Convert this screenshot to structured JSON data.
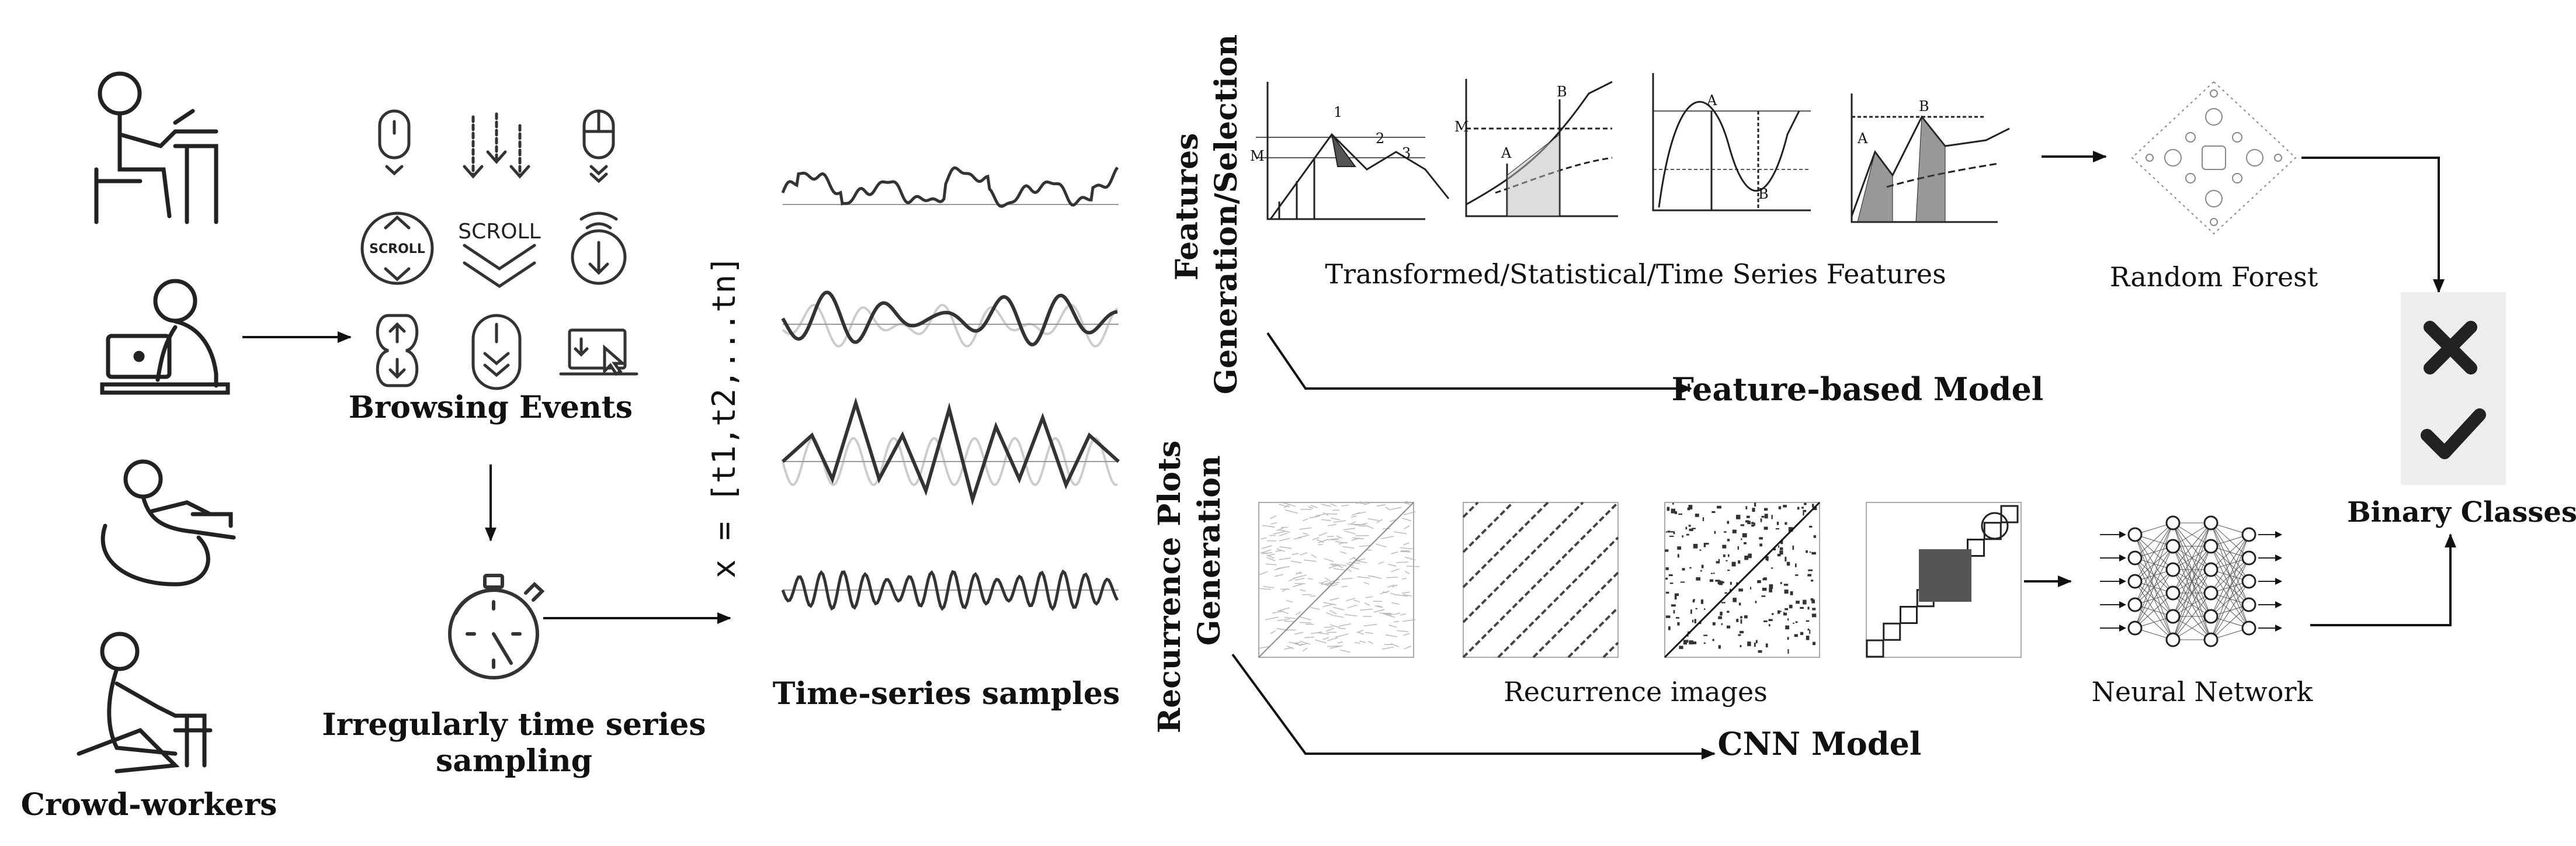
{
  "actors": {
    "label": "Crowd-workers"
  },
  "browsing": {
    "label": "Browsing Events",
    "scroll_text_1": "SCROLL",
    "scroll_text_2": "SCROLL"
  },
  "sampling": {
    "label_line1": "Irregularly time series",
    "label_line2": "sampling"
  },
  "timeseries": {
    "vector": "x = [t1,t2,...tn]",
    "label": "Time-series samples"
  },
  "features": {
    "vertical_line1": "Features",
    "vertical_line2": "Generation/Selection",
    "plots_label": "Transformed/Statistical/Time Series Features",
    "model_label": "Feature-based Model",
    "plot_marks": [
      "M",
      "1",
      "2",
      "3",
      "M",
      "A",
      "B",
      "A",
      "B",
      "A",
      "B"
    ]
  },
  "forest": {
    "label": "Random Forest"
  },
  "recurrence": {
    "vertical_line1": "Recurrence Plots",
    "vertical_line2": "Generation",
    "images_label": "Recurrence images",
    "model_label": "CNN Model"
  },
  "network": {
    "label": "Neural Network"
  },
  "classes": {
    "label": "Binary Classes"
  },
  "colors": {
    "ink": "#111111",
    "grey": "#bdbdbd",
    "panel": "#eeeeee"
  }
}
